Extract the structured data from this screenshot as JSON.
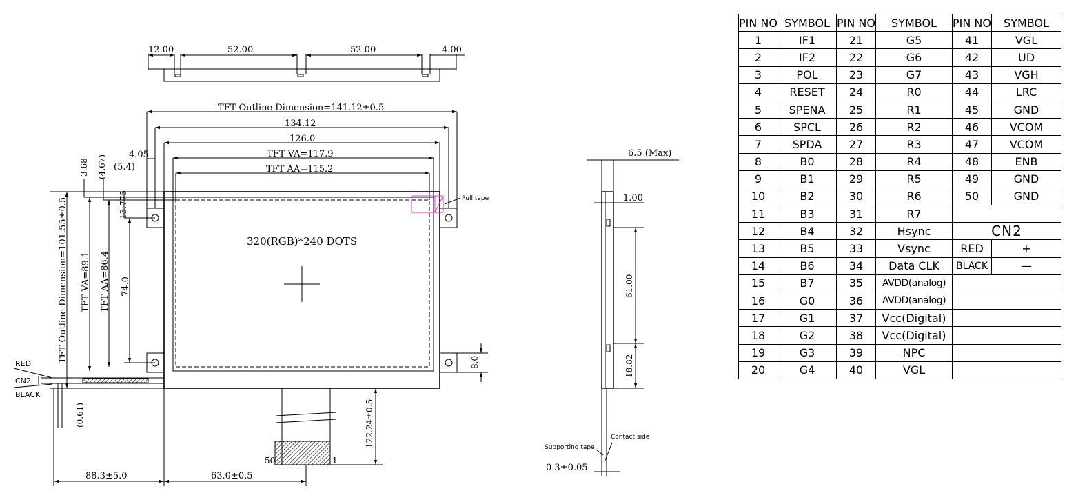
{
  "drawing": {
    "top_view": {
      "dim_a": "12.00",
      "dim_b": "52.00",
      "dim_c": "52.00",
      "dim_d": "4.00"
    },
    "front_view": {
      "outline_w": "TFT Outline Dimension=141.12±0.5",
      "w_134": "134.12",
      "w_126": "126.0",
      "va_w": "TFT VA=117.9",
      "aa_w": "TFT AA=115.2",
      "d_405": "4.05",
      "d_54": "(5.4)",
      "d_368": "3.68",
      "d_467": "(4.67)",
      "d_13775": "13.775",
      "outline_h": "TFT Outline Dimension=101.55±0.5",
      "va_h": "TFT VA=89.1",
      "aa_h": "TFT AA=86.4",
      "d_740": "74.0",
      "resolution": "320(RGB)*240  DOTS",
      "pull_tape": "Pull tape",
      "d_80": "8.0",
      "red": "RED",
      "cn2": "CN2",
      "black": "BLACK",
      "d_061": "(0.61)",
      "d_12224": "122.24±0.5",
      "pin_50": "50",
      "pin_1": "1",
      "d_883": "88.3±5.0",
      "d_630": "63.0±0.5"
    },
    "side_view": {
      "max": "6.5 (Max)",
      "d_100": "1.00",
      "d_6100": "61.00",
      "d_1882": "18.82",
      "contact": "Contact side",
      "support": "Supporting tape",
      "d_03": "0.3±0.05"
    }
  },
  "pin_table": {
    "headers": [
      "PIN NO",
      "SYMBOL",
      "PIN NO",
      "SYMBOL",
      "PIN NO",
      "SYMBOL"
    ],
    "rows": [
      [
        "1",
        "IF1",
        "21",
        "G5",
        "41",
        "VGL"
      ],
      [
        "2",
        "IF2",
        "22",
        "G6",
        "42",
        "UD"
      ],
      [
        "3",
        "POL",
        "23",
        "G7",
        "43",
        "VGH"
      ],
      [
        "4",
        "RESET",
        "24",
        "R0",
        "44",
        "LRC"
      ],
      [
        "5",
        "SPENA",
        "25",
        "R1",
        "45",
        "GND"
      ],
      [
        "6",
        "SPCL",
        "26",
        "R2",
        "46",
        "VCOM"
      ],
      [
        "7",
        "SPDA",
        "27",
        "R3",
        "47",
        "VCOM"
      ],
      [
        "8",
        "B0",
        "28",
        "R4",
        "48",
        "ENB"
      ],
      [
        "9",
        "B1",
        "29",
        "R5",
        "49",
        "GND"
      ],
      [
        "10",
        "B2",
        "30",
        "R6",
        "50",
        "GND"
      ],
      [
        "11",
        "B3",
        "31",
        "R7",
        "",
        ""
      ],
      [
        "12",
        "B4",
        "32",
        "Hsync",
        "",
        ""
      ],
      [
        "13",
        "B5",
        "33",
        "Vsync",
        "",
        ""
      ],
      [
        "14",
        "B6",
        "34",
        "Data CLK",
        "",
        ""
      ],
      [
        "15",
        "B7",
        "35",
        "AVDD(analog)",
        "",
        ""
      ],
      [
        "16",
        "G0",
        "36",
        "AVDD(analog)",
        "",
        ""
      ],
      [
        "17",
        "G1",
        "37",
        "Vcc(Digital)",
        "",
        ""
      ],
      [
        "18",
        "G2",
        "38",
        "Vcc(Digital)",
        "",
        ""
      ],
      [
        "19",
        "G3",
        "39",
        "NPC",
        "",
        ""
      ],
      [
        "20",
        "G4",
        "40",
        "VGL",
        "",
        ""
      ]
    ],
    "cn2": {
      "title": "CN2",
      "red": "RED",
      "red_sign": "+",
      "black": "BLACK",
      "black_sign": "—"
    }
  }
}
